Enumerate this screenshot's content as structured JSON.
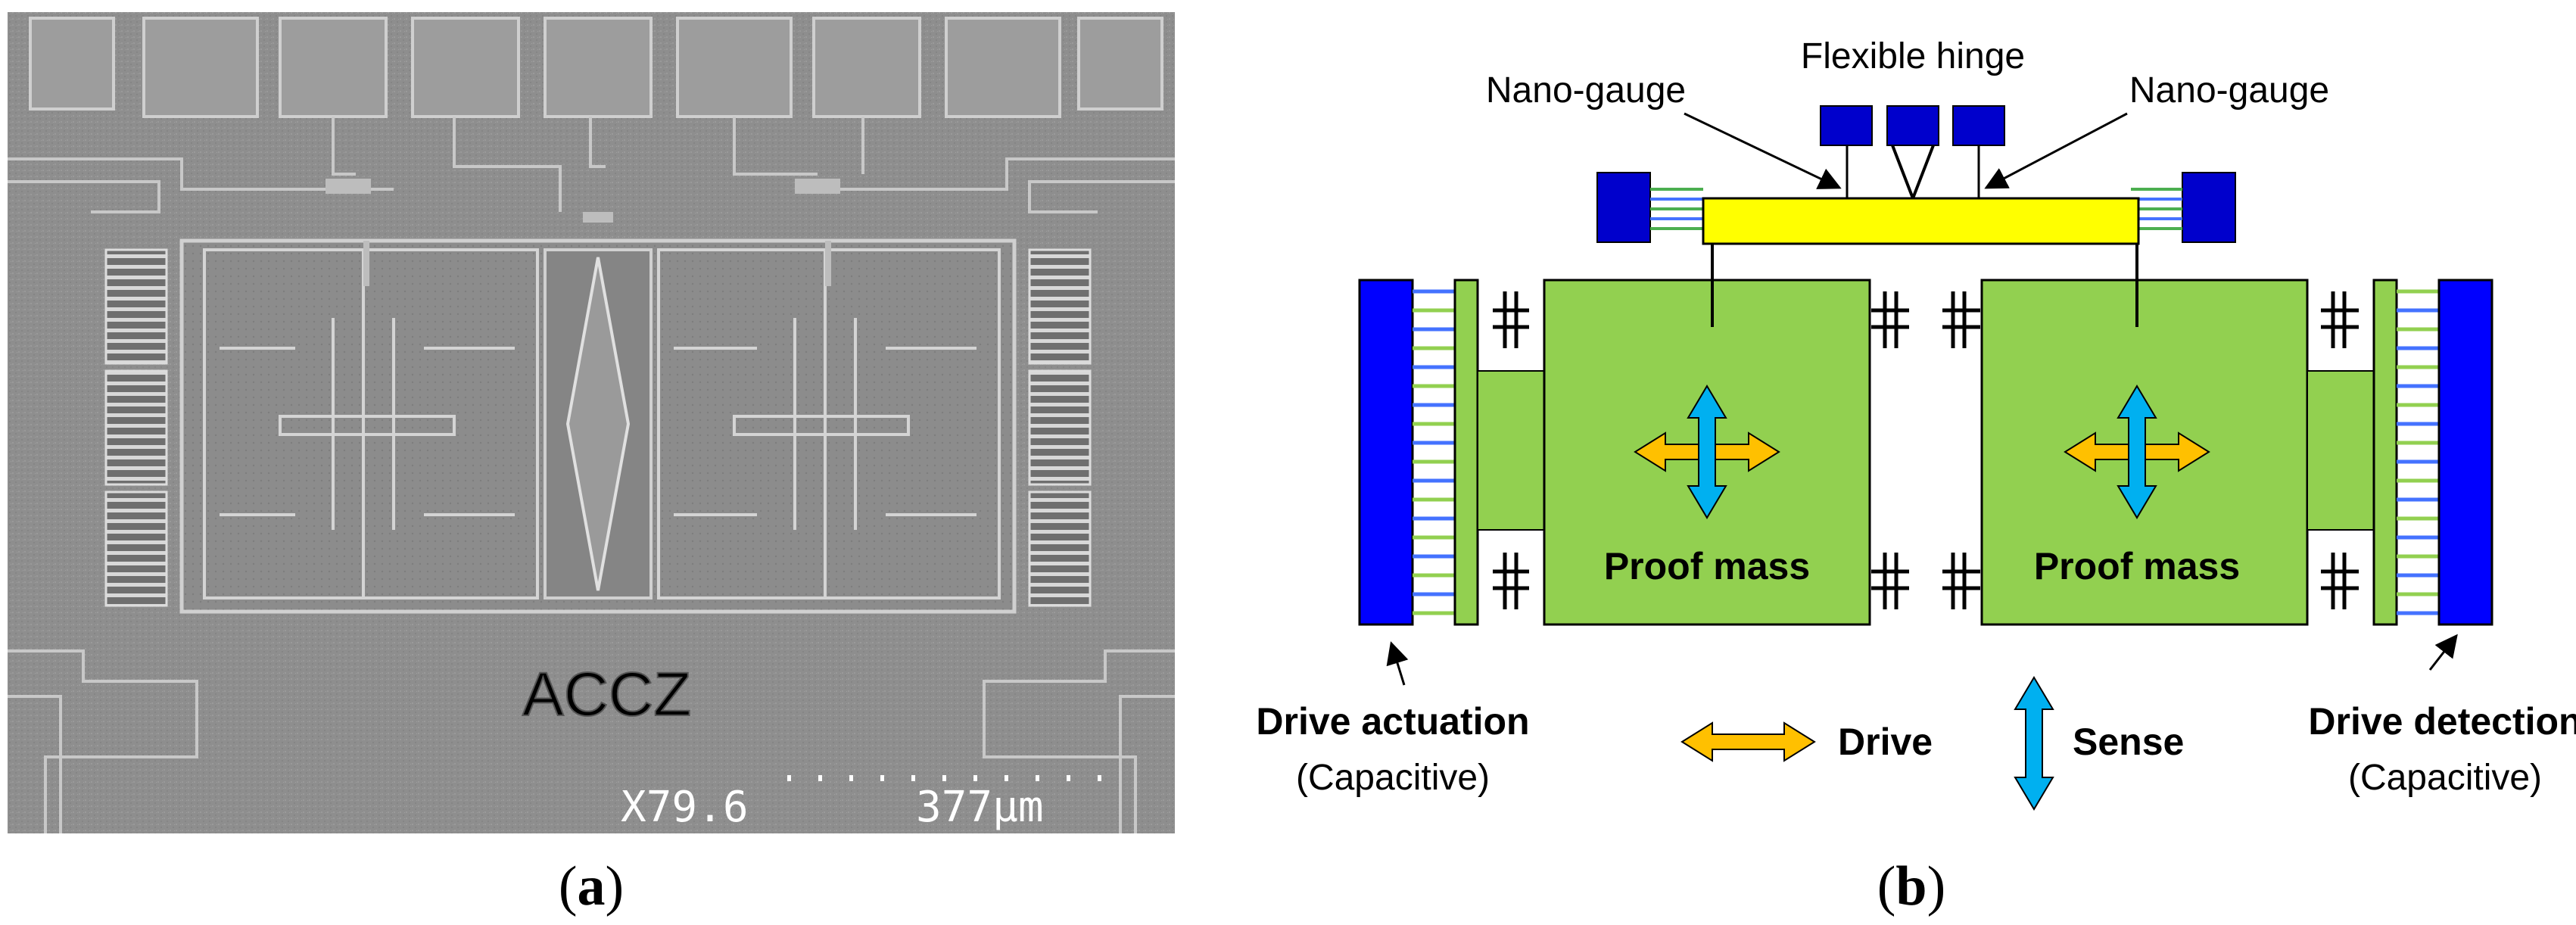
{
  "panel_a": {
    "label_open": "(",
    "label_letter": "a",
    "label_close": ")",
    "chip_marking": "ACCZ",
    "sem_magnification": "X79.6",
    "sem_scale": "377µm"
  },
  "panel_b": {
    "label_open": "(",
    "label_letter": "b",
    "label_close": ")",
    "flexible_hinge": "Flexible hinge",
    "nano_gauge_left": "Nano-gauge",
    "nano_gauge_right": "Nano-gauge",
    "proof_mass_left": "Proof mass",
    "proof_mass_right": "Proof mass",
    "drive_actuation_title": "Drive actuation",
    "drive_actuation_sub": "(Capacitive)",
    "drive_detection_title": "Drive detection",
    "drive_detection_sub": "(Capacitive)",
    "legend_drive": "Drive",
    "legend_sense": "Sense"
  },
  "colors": {
    "proof_mass_fill": "#92d050",
    "electrode_blue": "#0000ff",
    "pad_blue": "#0000cc",
    "beam_yellow": "#ffff00",
    "drive_arrow": "#ffc000",
    "sense_arrow": "#00b0f0",
    "comb_green": "#92d050",
    "comb_blue": "#4472ff",
    "sem_background": "#8f8f8f"
  }
}
